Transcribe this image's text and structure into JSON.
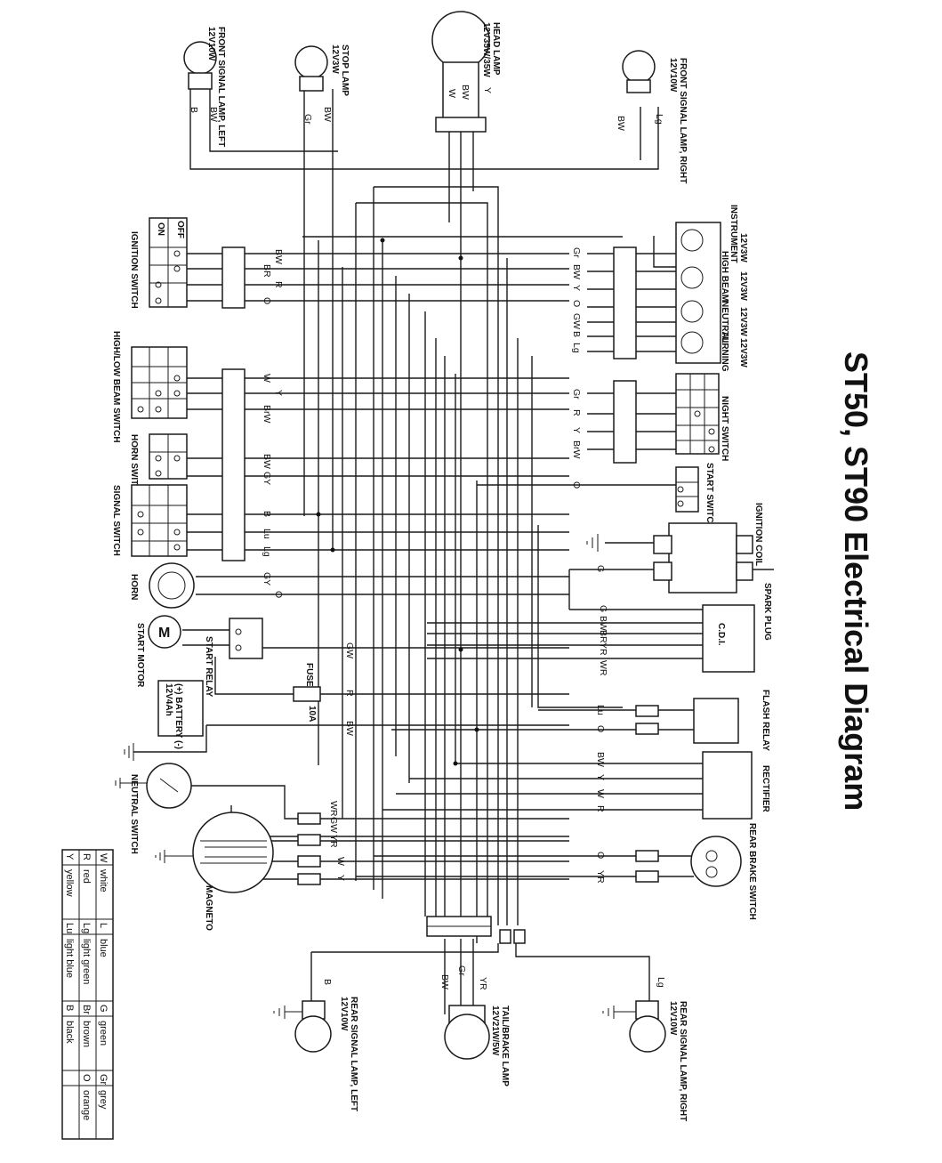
{
  "title": "ST50, ST90 Electrical Diagram",
  "components": {
    "front_left": [
      "FRONT SIGNAL LAMP, LEFT",
      "12V10W"
    ],
    "stop_lamp": [
      "STOP LAMP",
      "12V3W"
    ],
    "head_lamp": [
      "HEAD LAMP",
      "12V35W/35W"
    ],
    "front_right": [
      "FRONT SIGNAL LAMP, RIGHT",
      "12V10W"
    ],
    "instrument": "INSTRUMENT",
    "high_beam": "HIGH BEAM",
    "neutral": "NEUTRAL",
    "turning": "TURNING",
    "ind_watts": [
      "12V3W",
      "12V3W",
      "12V3W",
      "12V3W"
    ],
    "ignition_switch": "IGNITION SWITCH",
    "ign_off": "OFF",
    "ign_on": "ON",
    "hilo_switch": "HIGH/LOW BEAM SWITCH",
    "horn_switch": "HORN SWITCH",
    "signal_switch": "SIGNAL SWITCH",
    "night_switch": "NIGHT SWITCH",
    "start_switch": "START SWITCH",
    "ignition_coil": "IGNITION COIL",
    "spark_plug": "SPARK PLUG",
    "horn": "HORN",
    "start_motor": "START MOTOR",
    "start_motor_m": "M",
    "start_relay": "START RELAY",
    "cdi": "C.D.I.",
    "battery": [
      "(+)  BATTERY  (-)",
      "12V4Ah"
    ],
    "fuse": "FUSE",
    "fuse_rating": "10A",
    "flash_relay": "FLASH RELAY",
    "rectifier": "RECTIFIER",
    "neutral_switch": "NEUTRAL SWITCH",
    "magneto": "MAGNETO",
    "rear_brake_switch": "REAR BRAKE SWITCH",
    "rear_left": [
      "REAR SIGNAL LAMP, LEFT",
      "12V10W"
    ],
    "tail_lamp": [
      "TAIL/BRAKE LAMP",
      "12V21W/5W"
    ],
    "rear_right": [
      "REAR SIGNAL LAMP, RIGHT",
      "12V10W"
    ]
  },
  "wire_labels": {
    "fl": [
      "B",
      "BW"
    ],
    "stop": [
      "Gr",
      "BW"
    ],
    "head": [
      "W",
      "BW",
      "Y"
    ],
    "fr": [
      "BW",
      "Lg"
    ],
    "ign": [
      "BW",
      "BR",
      "R",
      "O"
    ],
    "hilo": [
      "W",
      "Y",
      "BrW"
    ],
    "horn_sw": [
      "BW",
      "GY"
    ],
    "signal_sw": [
      "B",
      "Lu",
      "Lg"
    ],
    "horn": [
      "GY",
      "O"
    ],
    "start_relay": "GW",
    "fuse": "R",
    "battery": "BW",
    "instrument": [
      "Gr",
      "BW",
      "Y",
      "O",
      "GW",
      "B",
      "Lg"
    ],
    "night": [
      "Gr",
      "R",
      "Y",
      "BrW"
    ],
    "start_sw": "O",
    "coil": "G",
    "cdi": [
      "G",
      "BW",
      "BR",
      "YR",
      "WR"
    ],
    "flash": [
      "Lu",
      "O"
    ],
    "rectifier": [
      "BW",
      "Y",
      "W",
      "R"
    ],
    "rear_brake": [
      "O",
      "YR"
    ],
    "neutral_mag": [
      "WR",
      "GW",
      "YR",
      "W",
      "Y"
    ],
    "rear_left": "B",
    "tail": [
      "BW",
      "Gr",
      "YR"
    ],
    "rear_right": "Lg"
  },
  "legend": [
    [
      "W",
      "white",
      "L",
      "blue",
      "G",
      "green",
      "Gr",
      "grey"
    ],
    [
      "R",
      "red",
      "Lg",
      "light green",
      "Br",
      "brown",
      "O",
      "orange"
    ],
    [
      "Y",
      "yellow",
      "Lu",
      "light blue",
      "B",
      "black",
      "",
      ""
    ]
  ]
}
